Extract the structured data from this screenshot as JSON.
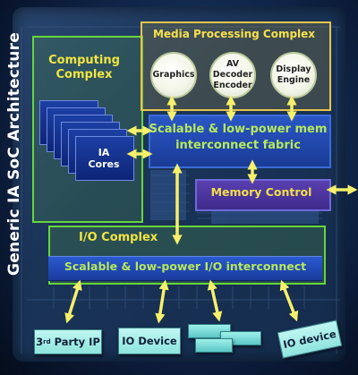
{
  "side_title": "Generic IA SoC Architecture",
  "computing_complex": {
    "title": "Computing Complex",
    "cores_label": "IA Cores"
  },
  "media_processing": {
    "title": "Media Processing Complex",
    "blocks": [
      "Graphics",
      "AV Decoder Encoder",
      "Display Engine"
    ]
  },
  "mem_fabric": {
    "label": "Scalable & low-power mem interconnect fabric"
  },
  "memory_control": {
    "label": "Memory Control"
  },
  "io_complex": {
    "title": "I/O Complex"
  },
  "io_interconnect": {
    "label": "Scalable & low-power I/O interconnect"
  },
  "external": {
    "third_party_ip": {
      "base": "3",
      "sup": "rd",
      "rest": " Party IP"
    },
    "io_device_1": "IO Device",
    "io_device_2": "IO device"
  },
  "colors": {
    "background": "#0a1833",
    "complex_border_green": "#67d53a",
    "title_yellow": "#f0e542",
    "bus_blue": "#2a57c6",
    "bus_text_green": "#b6e85c",
    "memory_purple": "#5a3fb0",
    "arrow_yellow": "#f7f06a",
    "external_box": "#bff6f2"
  }
}
